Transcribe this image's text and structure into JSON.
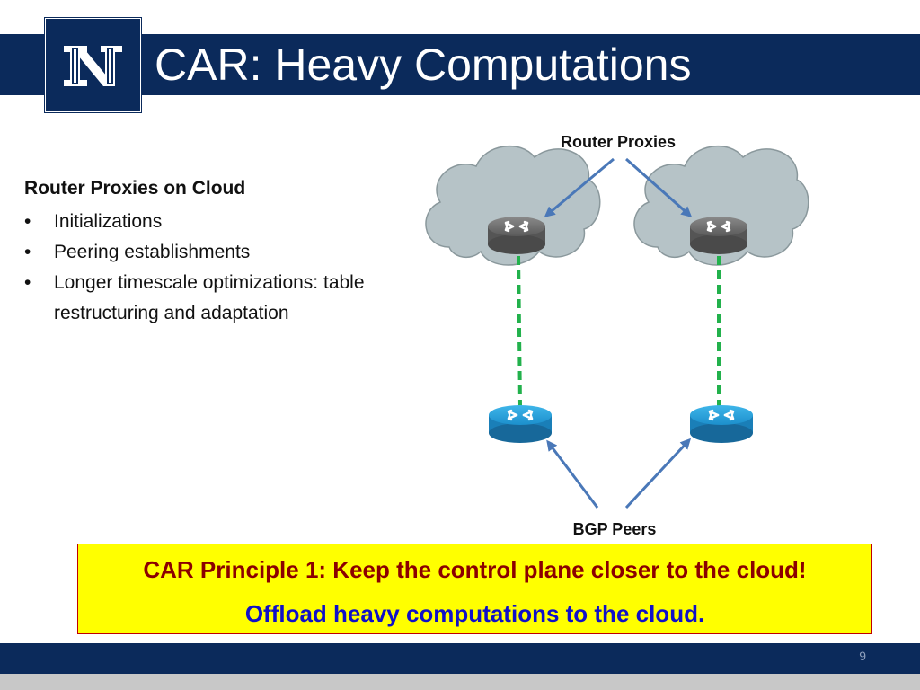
{
  "slide": {
    "title": "CAR: Heavy Computations",
    "logo_icon": "university-n-logo-icon",
    "page_number": "9"
  },
  "content": {
    "heading": "Router Proxies on Cloud",
    "bullet_glyph": "•",
    "bullets": [
      "Initializations",
      "Peering establishments",
      "Longer timescale optimizations: table restructuring and adaptation"
    ]
  },
  "diagram": {
    "top_label": "Router Proxies",
    "bottom_label": "BGP Peers",
    "proxy_router_icon": "gray-router-icon",
    "peer_router_icon": "blue-router-icon",
    "cloud_icon": "cloud-icon",
    "colors": {
      "cloud": "#b6c3c7",
      "link": "#22b14c",
      "arrow": "#4a78b8",
      "proxy_router": "#6e6e6e",
      "peer_router": "#1c9ad6"
    }
  },
  "principle": {
    "line1": "CAR Principle 1: Keep the control plane closer to the cloud!",
    "line2": "Offload heavy computations to the cloud."
  },
  "colors": {
    "brand_navy": "#0b2a5b",
    "highlight_yellow": "#ffff00",
    "principle_red": "#8b0000",
    "principle_blue": "#1010c8"
  }
}
